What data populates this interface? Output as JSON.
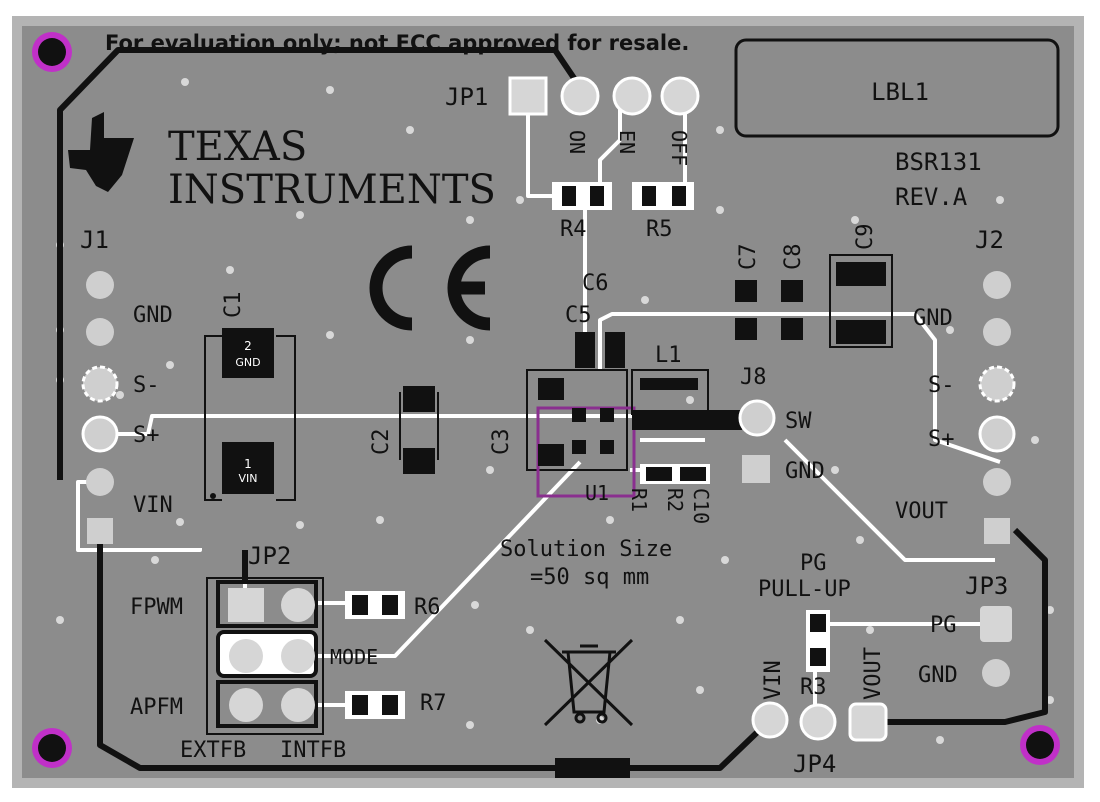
{
  "board": {
    "notice": "For evaluation only; not FCC approved for resale.",
    "label_box": "LBL1",
    "part_number": "BSR131",
    "revision": "REV.A",
    "solution_size_line1": "Solution Size",
    "solution_size_line2": "=50 sq mm",
    "ce_mark": "CE"
  },
  "logo": {
    "line1": "TEXAS",
    "line2": "INSTRUMENTS"
  },
  "connectors": {
    "j1": {
      "ref": "J1",
      "pins": [
        "GND",
        "S-",
        "S+",
        "VIN"
      ]
    },
    "j2": {
      "ref": "J2",
      "pins": [
        "GND",
        "S-",
        "S+",
        "VOUT"
      ]
    },
    "j8": {
      "ref": "J8",
      "pins": [
        "SW",
        "GND"
      ]
    },
    "jp1": {
      "ref": "JP1",
      "pins": [
        "ON",
        "EN",
        "OFF"
      ]
    },
    "jp2": {
      "ref": "JP2",
      "rows": [
        "FPWM",
        "MODE",
        "APFM"
      ],
      "bottom": [
        "EXTFB",
        "INTFB"
      ]
    },
    "jp3": {
      "ref": "JP3",
      "title1": "PG",
      "title2": "PULL-UP",
      "pins": [
        "PG",
        "GND"
      ]
    },
    "jp4": {
      "ref": "JP4",
      "pins": [
        "VIN",
        "VOUT"
      ]
    }
  },
  "components": {
    "c1": "C1",
    "c2": "C2",
    "c3": "C3",
    "c5": "C5",
    "c6": "C6",
    "c7": "C7",
    "c8": "C8",
    "c9": "C9",
    "c10": "C10",
    "l1": "L1",
    "r1": "R1",
    "r2": "R2",
    "r3": "R3",
    "r4": "R4",
    "r5": "R5",
    "r6": "R6",
    "r7": "R7",
    "u1": "U1",
    "c1_pad_top": "GND",
    "c1_pad_top_num": "2",
    "c1_pad_bottom": "VIN",
    "c1_pad_bottom_num": "1"
  },
  "colors": {
    "board": "#8c8c8c",
    "frame": "#b4b4b4",
    "trace": "#ffffff",
    "trace_dark": "#111111",
    "pad": "#d6d6d6",
    "silk": "#111111",
    "via_ring": "#c030c8",
    "u1_outline": "#8a2f8f"
  }
}
